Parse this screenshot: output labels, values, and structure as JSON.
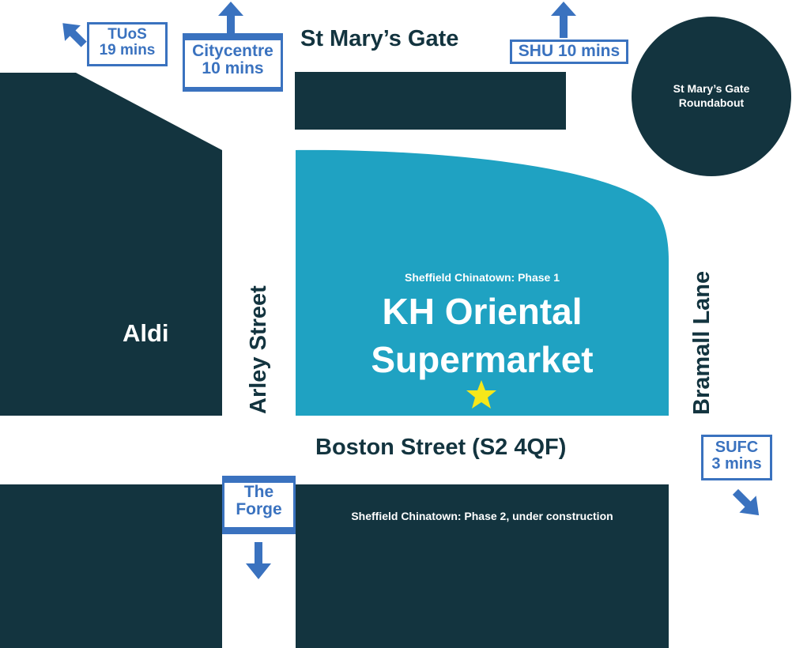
{
  "colors": {
    "building": "#13343f",
    "highlight": "#1fa2c2",
    "sign": "#3a72bf",
    "star": "#f6e71a",
    "road_text": "#13343f"
  },
  "roads": {
    "top": "St Mary’s Gate",
    "bottom": "Boston Street (S2 4QF)",
    "left": "Arley Street",
    "right": "Bramall Lane"
  },
  "buildings": {
    "aldi": "Aldi",
    "roundabout_line1": "St Mary’s Gate",
    "roundabout_line2": "Roundabout",
    "phase2": "Sheffield Chinatown: Phase 2, under construction"
  },
  "highlight": {
    "subtitle": "Sheffield Chinatown: Phase 1",
    "title_line1": "KH Oriental",
    "title_line2": "Supermarket",
    "marker_icon": "star-icon"
  },
  "signs": [
    {
      "line1": "TUoS",
      "line2": "19 mins",
      "direction": "up-left"
    },
    {
      "line1": "Citycentre",
      "line2": "10 mins",
      "direction": "up"
    },
    {
      "line1": "SHU 10 mins",
      "direction": "up"
    },
    {
      "line1": "The",
      "line2": "Forge",
      "direction": "down"
    },
    {
      "line1": "SUFC",
      "line2": "3 mins",
      "direction": "down-right"
    }
  ]
}
